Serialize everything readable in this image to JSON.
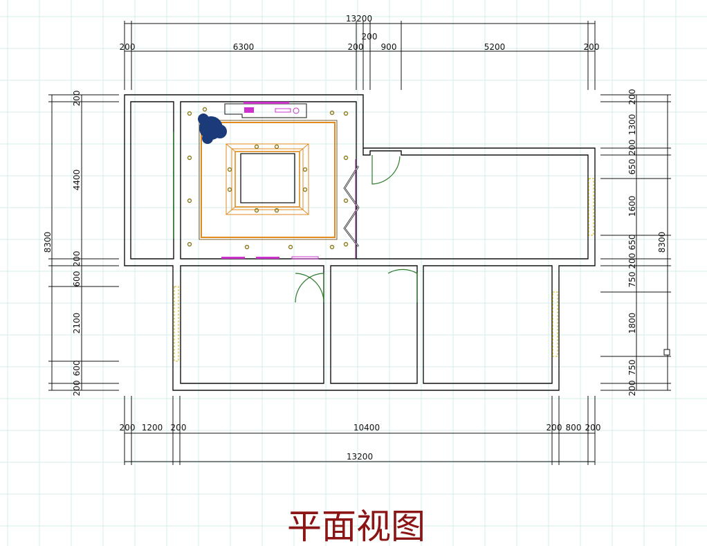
{
  "title": "平面视图",
  "colors": {
    "wall": "#111111",
    "ceiling": "#e08a1e",
    "furniture": "#cc33cc",
    "plant": "#1a3a7a",
    "door": "#2a7a2a",
    "window": "#c8b400",
    "title": "#8b1414",
    "grid": "#d6ecec"
  },
  "dimensions": {
    "top_total": "13200",
    "top": [
      "200",
      "6300",
      "200",
      "200",
      "900",
      "5200",
      "200"
    ],
    "bottom": [
      "200",
      "1200",
      "200",
      "10400",
      "200",
      "800",
      "200"
    ],
    "bottom_total": "13200",
    "left_total": "8300",
    "left": [
      "200",
      "4400",
      "200",
      "600",
      "2100",
      "600",
      "200"
    ],
    "right_total": "8300",
    "right": [
      "200",
      "1300",
      "200",
      "650",
      "1600",
      "650",
      "200",
      "750",
      "1800",
      "750",
      "200"
    ]
  }
}
